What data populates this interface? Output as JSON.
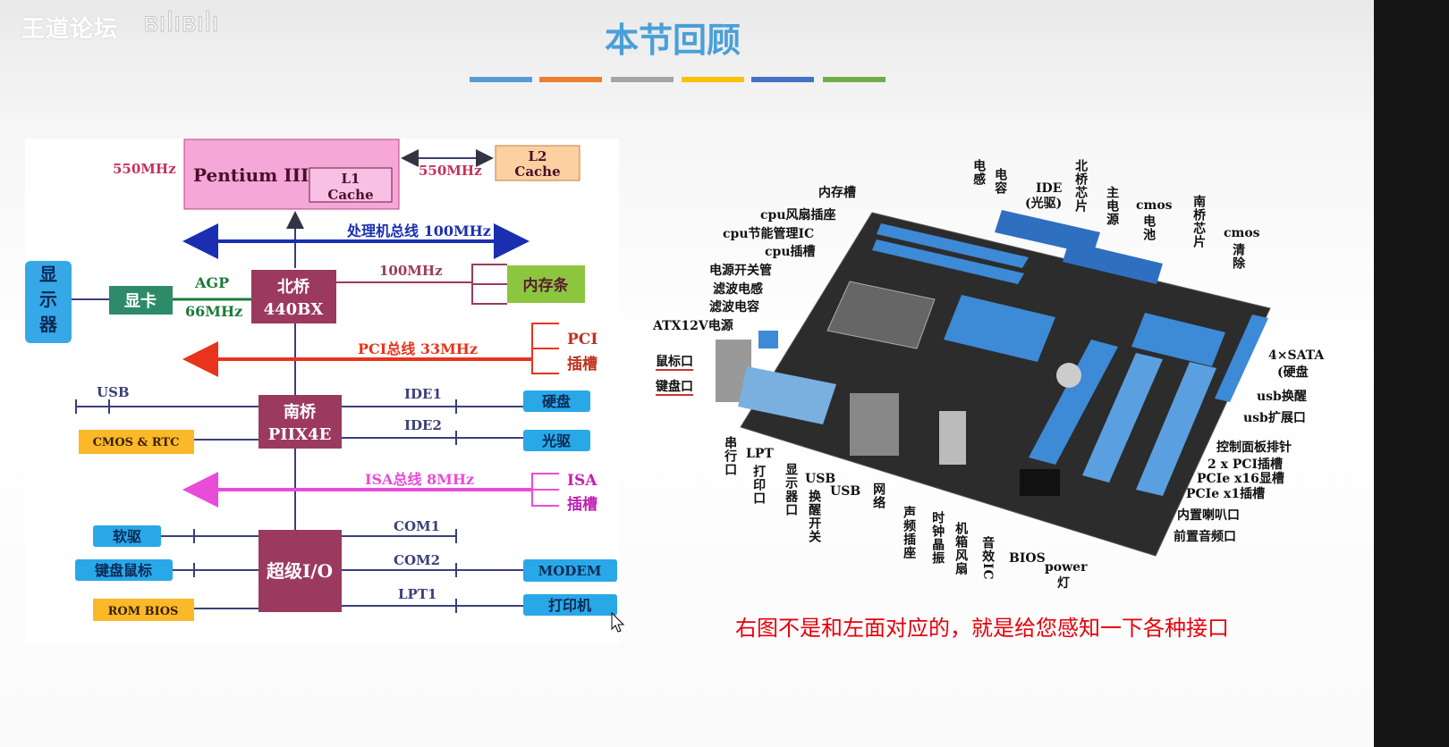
{
  "watermark": {
    "text": "王道论坛",
    "logo": "bilibili"
  },
  "slide": {
    "title": "本节回顾",
    "bar_colors": [
      "#5b9bd5",
      "#ed7d31",
      "#a5a5a5",
      "#ffc000",
      "#4472c4",
      "#70ad47"
    ],
    "note": "右图不是和左面对应的，就是给您感知一下各种接口"
  },
  "diagram": {
    "cpu": "Pentium III",
    "l1": [
      "L1",
      "Cache"
    ],
    "l2": [
      "L2",
      "Cache"
    ],
    "cpu_freq": "550MHz",
    "l2_freq": "550MHz",
    "proc_bus": "处理机总线 100MHz",
    "north": [
      "北桥",
      "440BX"
    ],
    "monitor": "显示器",
    "gpu": "显卡",
    "agp": "AGP",
    "agp_freq": "66MHz",
    "mem_freq": "100MHz",
    "memory": "内存条",
    "pci_bus": "PCI总线 33MHz",
    "pci_slot": [
      "PCI",
      "插槽"
    ],
    "usb": "USB",
    "south": [
      "南桥",
      "PIIX4E"
    ],
    "ide1": "IDE1",
    "ide2": "IDE2",
    "hdd": "硬盘",
    "cdrom": "光驱",
    "cmos": "CMOS & RTC",
    "isa_bus": "ISA总线 8MHz",
    "isa_slot": [
      "ISA",
      "插槽"
    ],
    "superio": "超级I/O",
    "floppy": "软驱",
    "kbd": "键盘鼠标",
    "rombios": "ROM BIOS",
    "com1": "COM1",
    "com2": "COM2",
    "lpt1": "LPT1",
    "modem": "MODEM",
    "printer": "打印机"
  },
  "photo": {
    "left_labels": [
      "内存槽",
      "cpu风扇插座",
      "cpu节能管理IC",
      "cpu插槽",
      "电源开关管",
      "滤波电感",
      "滤波电容",
      "ATX12V电源",
      "鼠标口",
      "键盘口"
    ],
    "top_labels": [
      "电感",
      "电容",
      "IDE",
      "(光驱)",
      "北桥芯片",
      "主电源",
      "cmos",
      "电池",
      "南桥芯片",
      "cmos",
      "清除"
    ],
    "right_labels": [
      "4×SATA",
      "(硬盘",
      "usb换醒",
      "usb扩展口",
      "控制面板排针",
      "2 x PCI插槽",
      "PCIe x16显槽",
      "PCIe x1插槽",
      "内置喇叭口",
      "前置音频口"
    ],
    "bottom_labels": [
      "串行口",
      "LPT",
      "打印口",
      "显示器口",
      "USB",
      "换醒开关",
      "USB",
      "网络",
      "声频插座",
      "时钟晶振",
      "机箱风扇",
      "音效IC",
      "BIOS",
      "power",
      "灯"
    ]
  }
}
